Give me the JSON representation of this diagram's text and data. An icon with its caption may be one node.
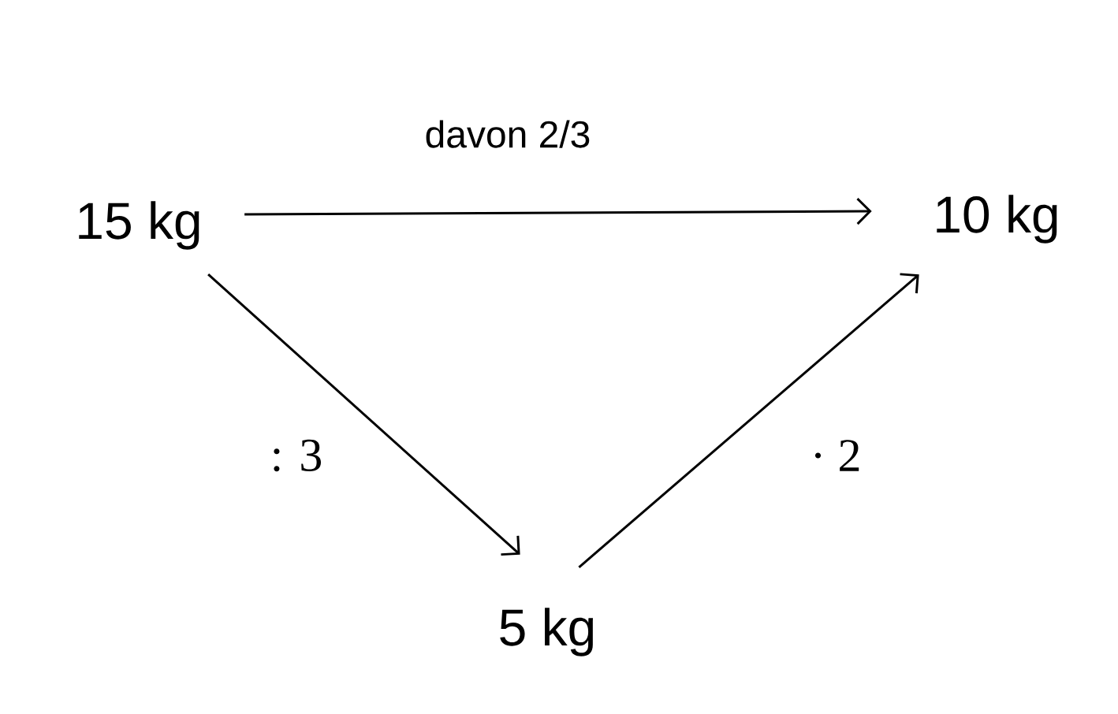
{
  "diagram": {
    "nodes": [
      {
        "text": [
          "15 kg"
        ]
      },
      {
        "text": [
          "10 kg"
        ]
      },
      {
        "text": [
          "5 kg"
        ]
      }
    ],
    "edges": [
      {
        "from": 0,
        "to": 1,
        "arrow": "to",
        "label": "davon 2/3"
      },
      {
        "from": 0,
        "to": 2,
        "arrow": "to",
        "label": ": 3"
      },
      {
        "from": 2,
        "to": 1,
        "arrow": "to",
        "label": "· 2"
      }
    ]
  }
}
